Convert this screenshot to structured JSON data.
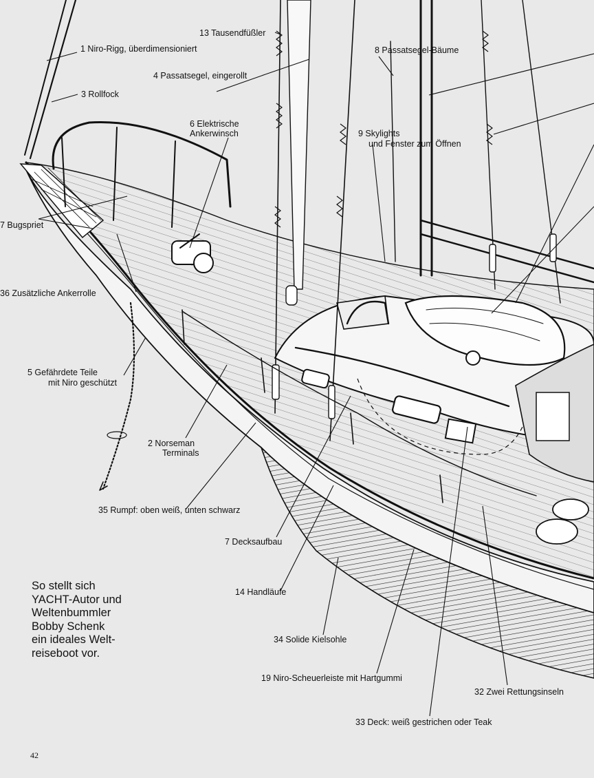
{
  "labels": {
    "l1": "1 Niro-Rigg, überdimensioniert",
    "l2a": "2 Norseman",
    "l2b": "Terminals",
    "l3": "3 Rollfock",
    "l4": "4 Passatsegel, eingerollt",
    "l5a": "5 Gefährdete Teile",
    "l5b": "mit Niro geschützt",
    "l6a": "6 Elektrische",
    "l6b": "Ankerwinsch",
    "l7a": "7 Bugspriet",
    "l7b": "7 Decksaufbau",
    "l8": "8 Passatsegel-Bäume",
    "l9a": "9 Skylights",
    "l9b": "und Fenster zum Öffnen",
    "l13": "13 Tausendfüßler",
    "l14": "14 Handläufe",
    "l19": "19 Niro-Scheuerleiste mit Hartgummi",
    "l32": "32 Zwei Rettungsinseln",
    "l33": "33 Deck: weiß gestrichen oder Teak",
    "l34": "34 Solide Kielsohle",
    "l35": "35 Rumpf: oben weiß, unten schwarz",
    "l36": "36 Zusätzliche Ankerrolle"
  },
  "caption": {
    "line1": "So stellt sich",
    "line2": "YACHT-Autor und",
    "line3": "Weltenbummler",
    "line4": "Bobby Schenk",
    "line5": "ein ideales Welt-",
    "line6": "reiseboot vor."
  },
  "page_number": "42"
}
